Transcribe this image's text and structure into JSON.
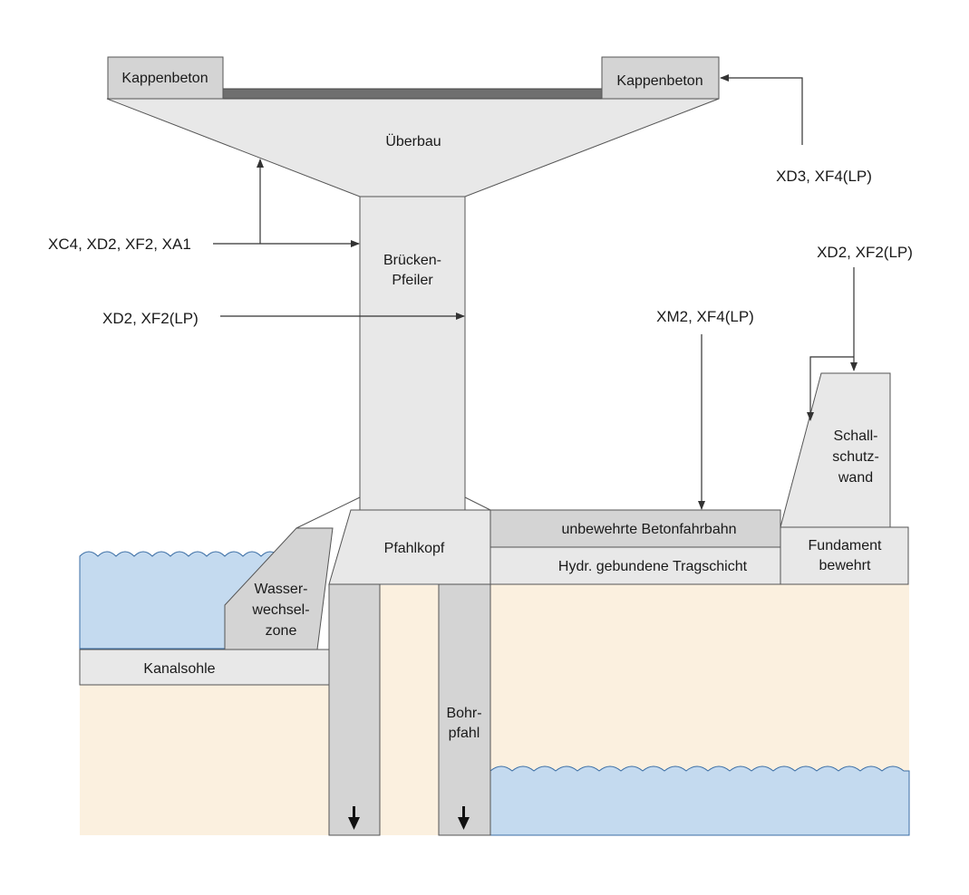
{
  "parts": {
    "cap_left": "Kappenbeton",
    "cap_right": "Kappenbeton",
    "superstructure": "Überbau",
    "pier_line1": "Brücken-",
    "pier_line2": "Pfeiler",
    "pile_cap": "Pfahlkopf",
    "road_top": "unbewehrte Betonfahrbahn",
    "road_base": "Hydr. gebundene Tragschicht",
    "noise_wall_line1": "Schall-",
    "noise_wall_line2": "schutz-",
    "noise_wall_line3": "wand",
    "foundation_line1": "Fundament",
    "foundation_line2": "bewehrt",
    "tidal_zone_line1": "Wasser-",
    "tidal_zone_line2": "wechsel-",
    "tidal_zone_line3": "zone",
    "canal_bed": "Kanalsohle",
    "bored_pile_line1": "Bohr-",
    "bored_pile_line2": "pfahl"
  },
  "exposure_classes": {
    "cap": "XD3, XF4(LP)",
    "superstructure_pier": "XC4, XD2, XF2, XA1",
    "pier": "XD2, XF2(LP)",
    "road": "XM2, XF4(LP)",
    "noise_wall": "XD2, XF2(LP)"
  },
  "colors": {
    "concrete": "#e8e8e8",
    "concrete_dark": "#d4d4d4",
    "deck_surface": "#6f6f6f",
    "soil": "#fbf0df",
    "water": "#c4daef",
    "line": "#333333"
  }
}
